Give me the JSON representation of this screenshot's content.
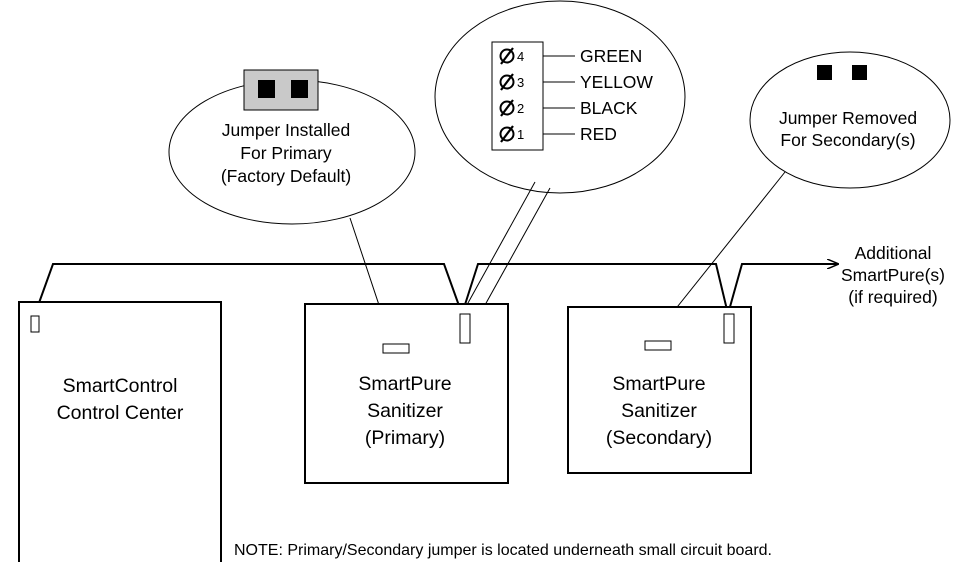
{
  "devices": {
    "control_center": {
      "line1": "SmartControl",
      "line2": "Control Center"
    },
    "primary": {
      "line1": "SmartPure",
      "line2": "Sanitizer",
      "line3": "(Primary)"
    },
    "secondary": {
      "line1": "SmartPure",
      "line2": "Sanitizer",
      "line3": "(Secondary)"
    }
  },
  "callouts": {
    "jumper_installed": {
      "line1": "Jumper Installed",
      "line2": "For Primary",
      "line3": "(Factory Default)"
    },
    "terminal_block": {
      "terminals": [
        {
          "number": "4",
          "color": "GREEN"
        },
        {
          "number": "3",
          "color": "YELLOW"
        },
        {
          "number": "2",
          "color": "BLACK"
        },
        {
          "number": "1",
          "color": "RED"
        }
      ]
    },
    "jumper_removed": {
      "line1": "Jumper Removed",
      "line2": "For Secondary(s)"
    }
  },
  "additional": {
    "line1": "Additional",
    "line2": "SmartPure(s)",
    "line3": "(if required)"
  },
  "note": "NOTE: Primary/Secondary jumper is located underneath small circuit board."
}
